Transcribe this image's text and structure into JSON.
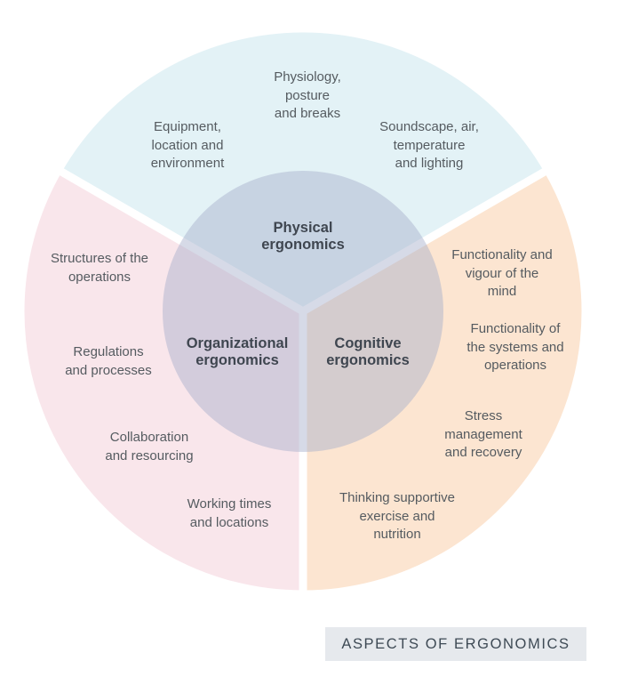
{
  "colors": {
    "physical": "#e3f2f6",
    "organizational": "#f9e6eb",
    "cognitive": "#fce5d1",
    "core_circle": "#a3acca",
    "title_bg": "#e6e9ed"
  },
  "title": "ASPECTS OF ERGONOMICS",
  "core": {
    "physical": [
      "Physical",
      "ergonomics"
    ],
    "organizational": [
      "Organizational",
      "ergonomics"
    ],
    "cognitive": [
      "Cognitive",
      "ergonomics"
    ]
  },
  "physical_items": [
    [
      "Equipment,",
      "location and",
      "environment"
    ],
    [
      "Physiology,",
      "posture",
      "and breaks"
    ],
    [
      "Soundscape, air,",
      "temperature",
      "and lighting"
    ]
  ],
  "organizational_items": [
    [
      "Structures of the",
      "operations"
    ],
    [
      "Regulations",
      "and processes"
    ],
    [
      "Collaboration",
      "and resourcing"
    ],
    [
      "Working times",
      "and locations"
    ]
  ],
  "cognitive_items": [
    [
      "Functionality and",
      "vigour of the",
      "mind"
    ],
    [
      "Functionality of",
      "the systems and",
      "operations"
    ],
    [
      "Stress",
      "management",
      "and recovery"
    ],
    [
      "Thinking supportive",
      "exercise and",
      "nutrition"
    ]
  ]
}
